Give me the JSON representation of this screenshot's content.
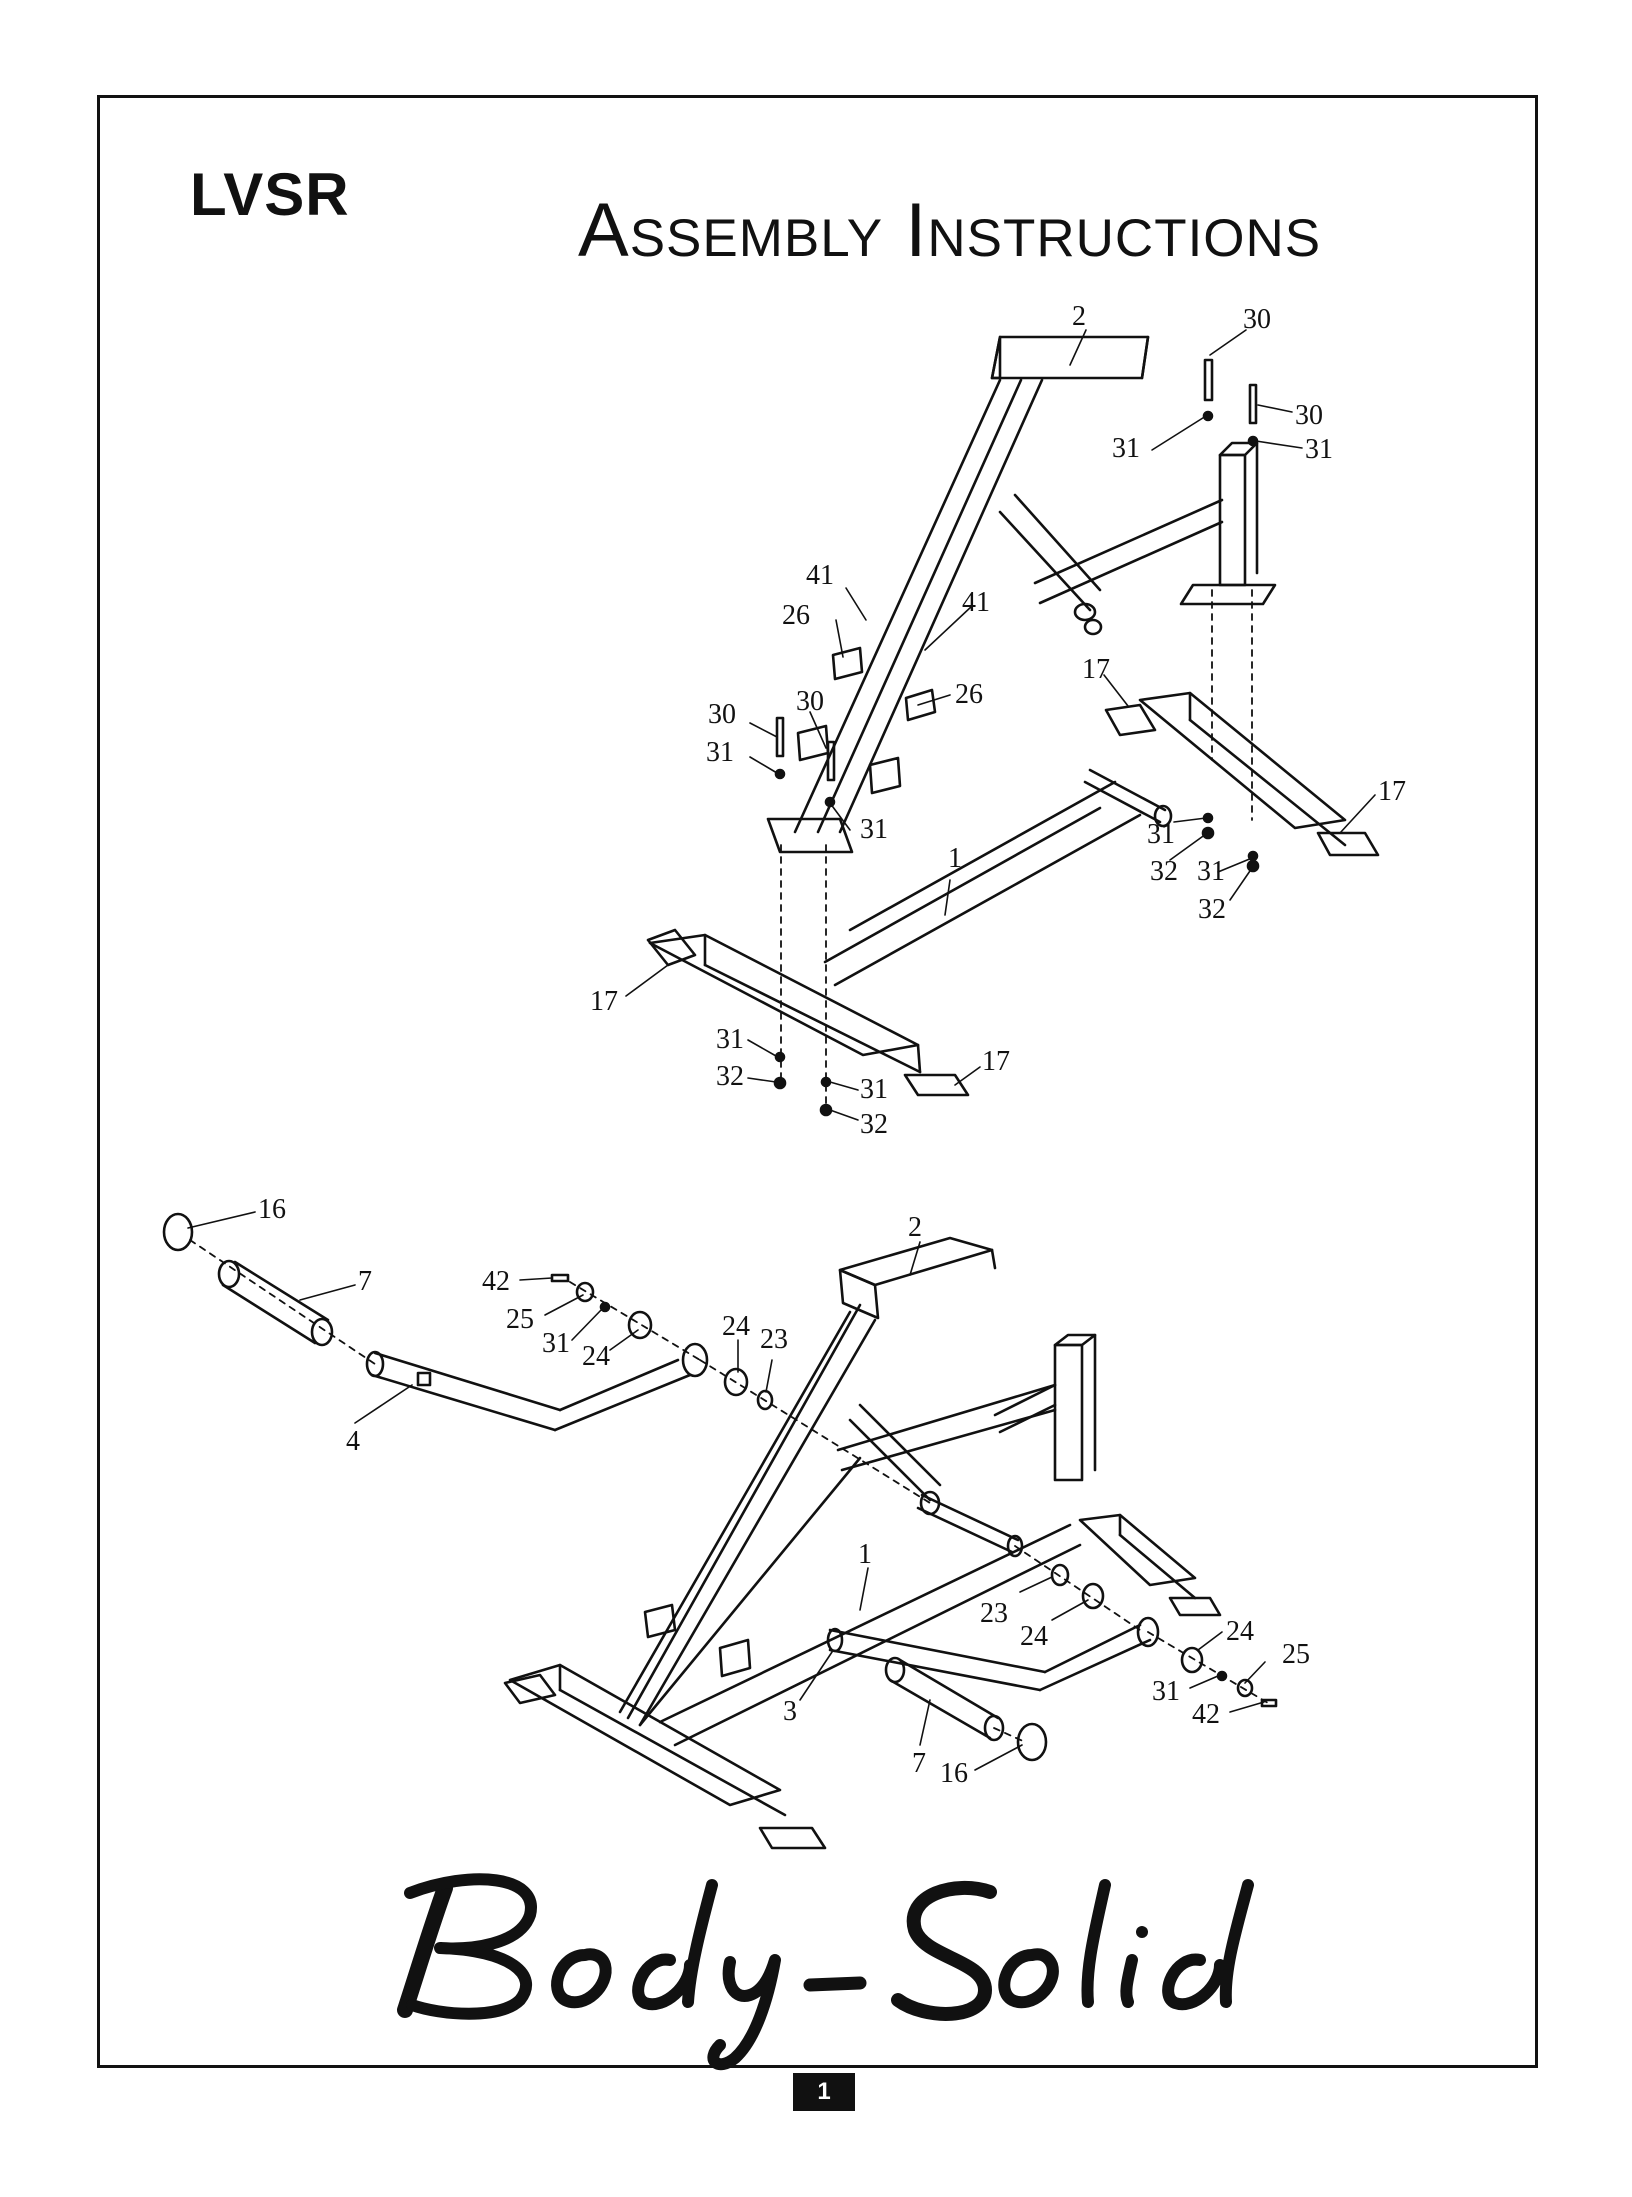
{
  "header": {
    "model": "LVSR",
    "title": "Assembly Instructions"
  },
  "diagram": {
    "callouts_top": [
      "2",
      "30",
      "30",
      "31",
      "31",
      "41",
      "41",
      "26",
      "26",
      "30",
      "30",
      "31",
      "31",
      "17",
      "17",
      "1",
      "31",
      "32",
      "31",
      "32",
      "17",
      "17",
      "31",
      "32",
      "31",
      "32"
    ],
    "callouts_bottom": [
      "16",
      "7",
      "42",
      "25",
      "31",
      "24",
      "24",
      "23",
      "4",
      "2",
      "1",
      "23",
      "24",
      "24",
      "25",
      "31",
      "42",
      "3",
      "7",
      "16"
    ]
  },
  "brand_logo": "Body-Solid",
  "footer": {
    "page_number": "1"
  }
}
